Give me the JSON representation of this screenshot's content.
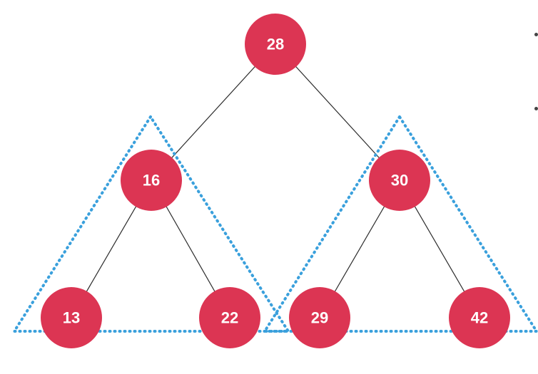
{
  "diagram": {
    "type": "binary-search-tree",
    "colors": {
      "node_fill": "#dc3553",
      "node_text": "#ffffff",
      "edge": "#2b2b2b",
      "subtree_outline": "#3aa0dc"
    },
    "nodes": [
      {
        "id": "n28",
        "label": "28"
      },
      {
        "id": "n16",
        "label": "16"
      },
      {
        "id": "n30",
        "label": "30"
      },
      {
        "id": "n13",
        "label": "13"
      },
      {
        "id": "n22",
        "label": "22"
      },
      {
        "id": "n29",
        "label": "29"
      },
      {
        "id": "n42",
        "label": "42"
      }
    ],
    "edges": [
      {
        "from": "n28",
        "to": "n16"
      },
      {
        "from": "n28",
        "to": "n30"
      },
      {
        "from": "n16",
        "to": "n13"
      },
      {
        "from": "n16",
        "to": "n22"
      },
      {
        "from": "n30",
        "to": "n29"
      },
      {
        "from": "n30",
        "to": "n42"
      }
    ],
    "highlighted_subtrees": [
      {
        "root": "n16",
        "style": "dotted-triangle"
      },
      {
        "root": "n30",
        "style": "dotted-triangle"
      }
    ]
  }
}
